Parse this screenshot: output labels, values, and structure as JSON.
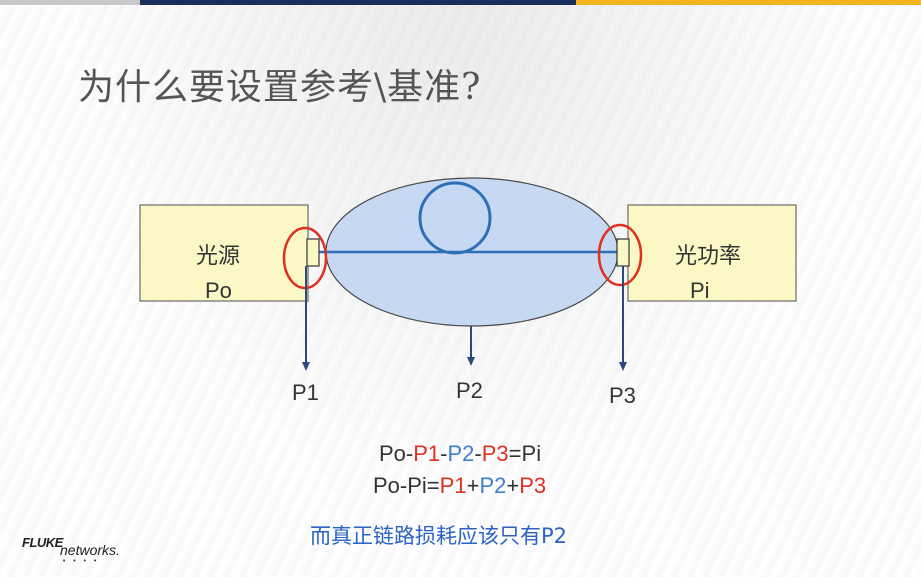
{
  "title": "为什么要设置参考\\基准?",
  "source_box": {
    "name": "光源",
    "sub": "Po"
  },
  "meter_box": {
    "name": "光功率",
    "sub": "Pi"
  },
  "points": {
    "p1": "P1",
    "p2": "P2",
    "p3": "P3"
  },
  "equation1": {
    "po": "Po",
    "d1": "-",
    "p1": "P1",
    "d2": "-",
    "p2": "P2",
    "d3": "-",
    "p3": "P3",
    "eq": "=Pi"
  },
  "equation2": {
    "lhs": "Po-Pi=",
    "p1": "P1",
    "plus1": "+",
    "p2": "P2",
    "plus2": "+",
    "p3": "P3"
  },
  "conclusion": "而真正链路损耗应该只有P2",
  "logo": {
    "brand": "FLUKE",
    "sub": "networks.",
    "dots": "• • • •"
  },
  "colors": {
    "box_fill": "#fbf8c6",
    "ellipse_fill": "#c6d8f2",
    "fiber": "#2e6fb8",
    "highlight": "#e0301e",
    "arrow": "#2b4a7a"
  }
}
